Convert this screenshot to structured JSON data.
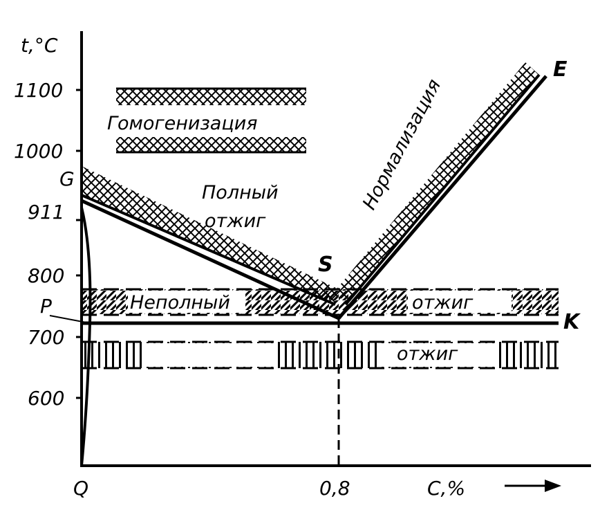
{
  "title": "",
  "axes": {
    "y_label": "t,°C",
    "x_label": "C,%",
    "y_ticks": [
      "1100",
      "1000",
      "G",
      "911",
      "800",
      "P",
      "700",
      "600"
    ],
    "x_ticks": [
      "Q",
      "0,8"
    ]
  },
  "points": {
    "S": "S",
    "E": "E",
    "K": "K"
  },
  "zones": {
    "homogenization": "Гомогенизация",
    "full_annealing_1": "Полный",
    "full_annealing_2": "отжиг",
    "normalization": "Нормализация",
    "incomplete": "Неполный",
    "incomplete_annealing": "отжиг",
    "low_annealing": "отжиг"
  },
  "colors": {
    "ink": "#000000",
    "paper": "#ffffff"
  }
}
